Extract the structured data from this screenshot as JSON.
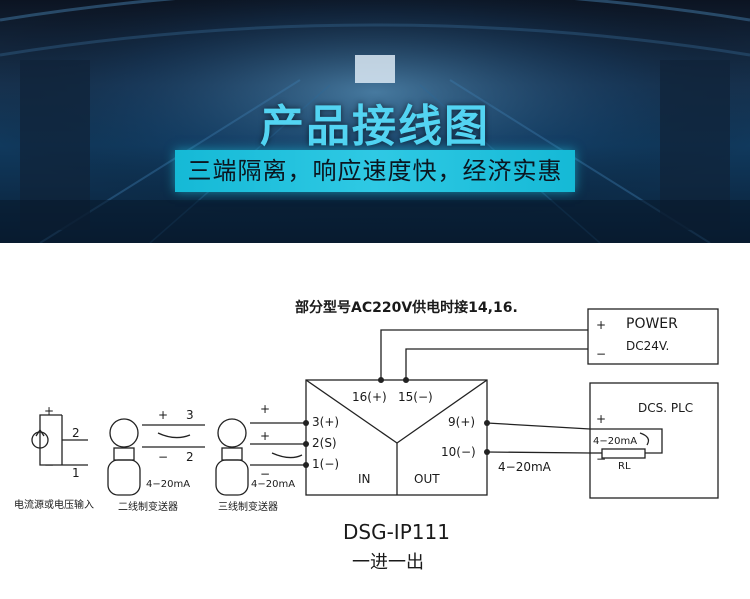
{
  "banner": {
    "title": "产品接线图",
    "subtitle": "三端隔离，响应速度快，经济实惠"
  },
  "diagram": {
    "note": "部分型号AC220V供电时接14,16.",
    "note_color": "#c0392b",
    "power": {
      "title": "POWER",
      "voltage": "DC24V.",
      "plus": "+",
      "minus": "−"
    },
    "module": {
      "top_left": "16(+)",
      "top_right": "15(−)",
      "in_3": "3(+)",
      "in_2": "2(S)",
      "in_1": "1(−)",
      "out_9": "9(+)",
      "out_10": "10(−)",
      "in_label": "IN",
      "out_label": "OUT"
    },
    "dcs": {
      "title": "DCS. PLC",
      "current": "4−20mA",
      "resistor": "RL",
      "plus": "+",
      "minus": "−"
    },
    "out_current": "4−20mA",
    "source": {
      "caption": "电流源或电压输入",
      "pin2": "2",
      "pin1": "1",
      "plus": "+",
      "minus": "−"
    },
    "two_wire": {
      "caption": "二线制变送器",
      "pin3": "3",
      "pin2": "2",
      "current": "4−20mA",
      "plus": "+",
      "minus": "−"
    },
    "three_wire": {
      "caption": "三线制变送器",
      "current": "4−20mA",
      "plus1": "+",
      "plus2": "+",
      "minus": "−"
    },
    "model": "DSG-IP111",
    "model_subtitle": "一进一出"
  }
}
